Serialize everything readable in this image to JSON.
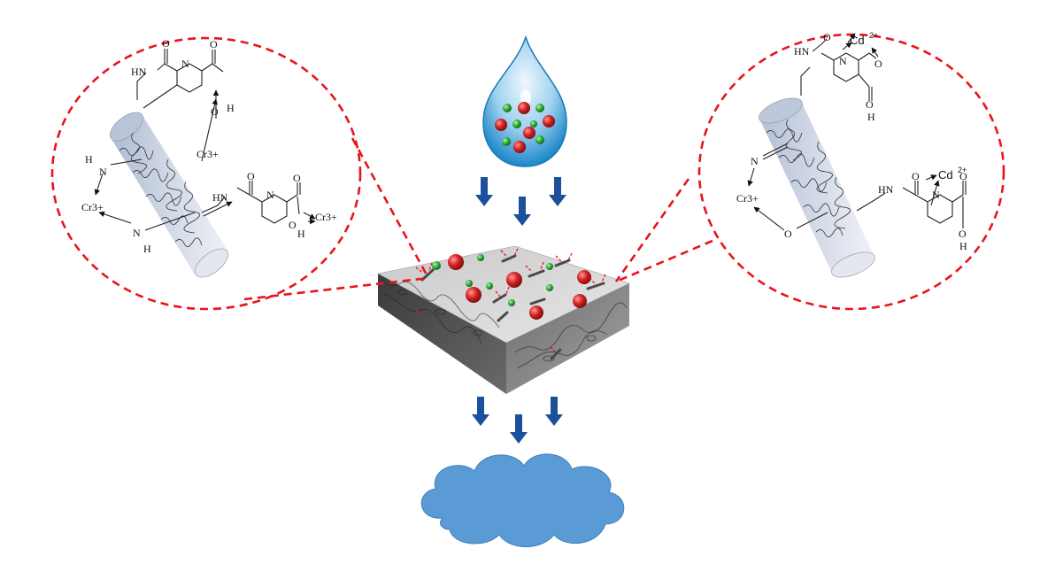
{
  "colors": {
    "callout": "#e8141b",
    "arrow": "#1c4f9c",
    "cloud": "#5b9bd5",
    "drop_light": "#eef7fd",
    "drop_dark": "#1e88c9",
    "ion_red": "#d42222",
    "ion_green": "#2fae3a"
  },
  "left_panel": {
    "amide_top": "HN",
    "carbonyl_o1": "O",
    "pyridine_n1": "N",
    "acid_o1": "O",
    "acid_oh1": "O",
    "acid_h1": "H",
    "metal_a": "Cr3+",
    "amine_h_top": "H",
    "amine_n_top": "N",
    "metal_b": "Cr3+",
    "amine_n_bottom": "N",
    "amine_h_bottom": "H",
    "amide_mid": "HN",
    "carbonyl_o2": "O",
    "pyridine_n2": "N",
    "acid_o2": "O",
    "acid_oh2": "O",
    "acid_h2": "H",
    "metal_c": "Cr3+"
  },
  "right_panel": {
    "amide_top": "HN",
    "carbonyl_o1": "O",
    "metal_a_sym": "Cd",
    "metal_a_charge": "2+",
    "pyridine_n1": "N",
    "acid_o1": "O",
    "acid_oh1": "O",
    "acid_h1": "H",
    "imine_n": "N",
    "metal_b": "Cr3+",
    "hydroxyl_o": "O",
    "amide_mid": "HN",
    "carbonyl_o2": "O",
    "metal_c_sym": "Cd",
    "metal_c_charge": "2+",
    "pyridine_n2": "N",
    "acid_o2": "O",
    "acid_oh2": "O",
    "acid_h2": "H"
  }
}
